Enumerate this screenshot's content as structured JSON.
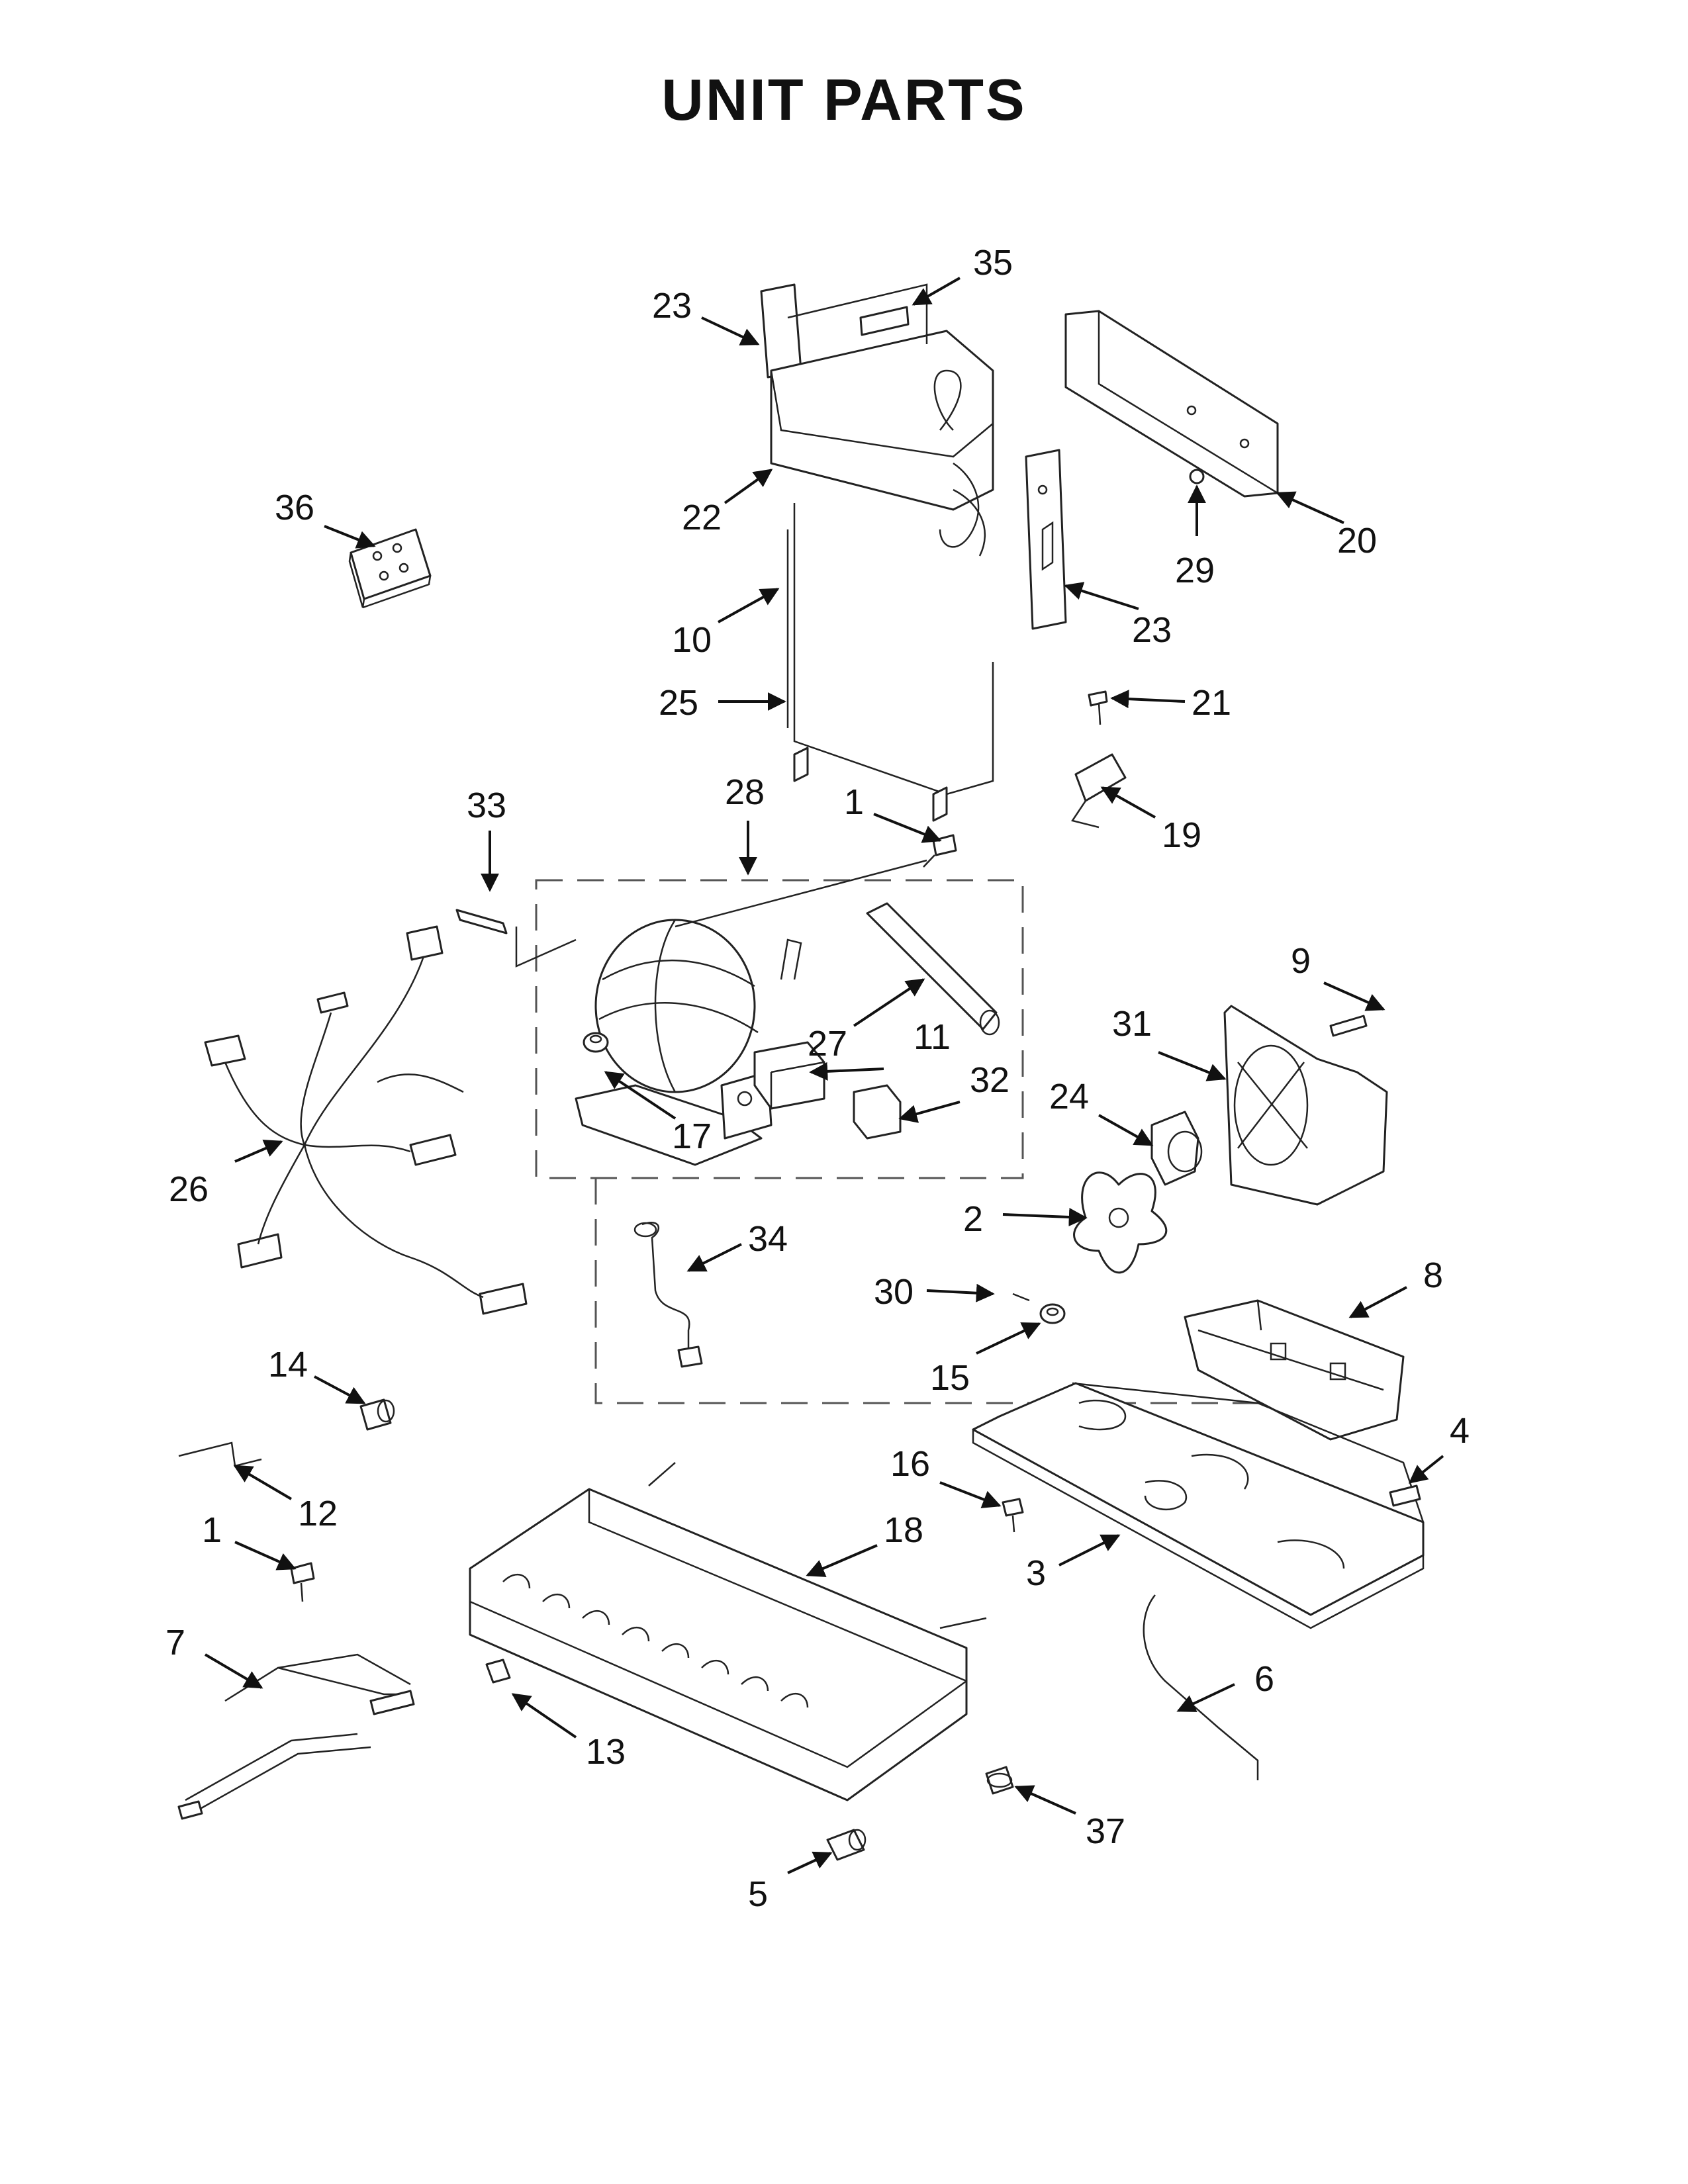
{
  "title": "UNIT PARTS",
  "callouts": [
    {
      "id": "35",
      "text": "35"
    },
    {
      "id": "23a",
      "text": "23"
    },
    {
      "id": "36",
      "text": "36"
    },
    {
      "id": "22",
      "text": "22"
    },
    {
      "id": "20",
      "text": "20"
    },
    {
      "id": "29",
      "text": "29"
    },
    {
      "id": "23b",
      "text": "23"
    },
    {
      "id": "10",
      "text": "10"
    },
    {
      "id": "25",
      "text": "25"
    },
    {
      "id": "21",
      "text": "21"
    },
    {
      "id": "19",
      "text": "19"
    },
    {
      "id": "33",
      "text": "33"
    },
    {
      "id": "28",
      "text": "28"
    },
    {
      "id": "1a",
      "text": "1"
    },
    {
      "id": "9",
      "text": "9"
    },
    {
      "id": "31",
      "text": "31"
    },
    {
      "id": "27",
      "text": "27"
    },
    {
      "id": "11",
      "text": "11"
    },
    {
      "id": "32",
      "text": "32"
    },
    {
      "id": "24",
      "text": "24"
    },
    {
      "id": "17",
      "text": "17"
    },
    {
      "id": "26",
      "text": "26"
    },
    {
      "id": "2",
      "text": "2"
    },
    {
      "id": "34",
      "text": "34"
    },
    {
      "id": "8",
      "text": "8"
    },
    {
      "id": "30",
      "text": "30"
    },
    {
      "id": "15",
      "text": "15"
    },
    {
      "id": "14",
      "text": "14"
    },
    {
      "id": "4",
      "text": "4"
    },
    {
      "id": "16",
      "text": "16"
    },
    {
      "id": "12",
      "text": "12"
    },
    {
      "id": "1b",
      "text": "1"
    },
    {
      "id": "18",
      "text": "18"
    },
    {
      "id": "3",
      "text": "3"
    },
    {
      "id": "7",
      "text": "7"
    },
    {
      "id": "6",
      "text": "6"
    },
    {
      "id": "13",
      "text": "13"
    },
    {
      "id": "37",
      "text": "37"
    },
    {
      "id": "5",
      "text": "5"
    }
  ]
}
